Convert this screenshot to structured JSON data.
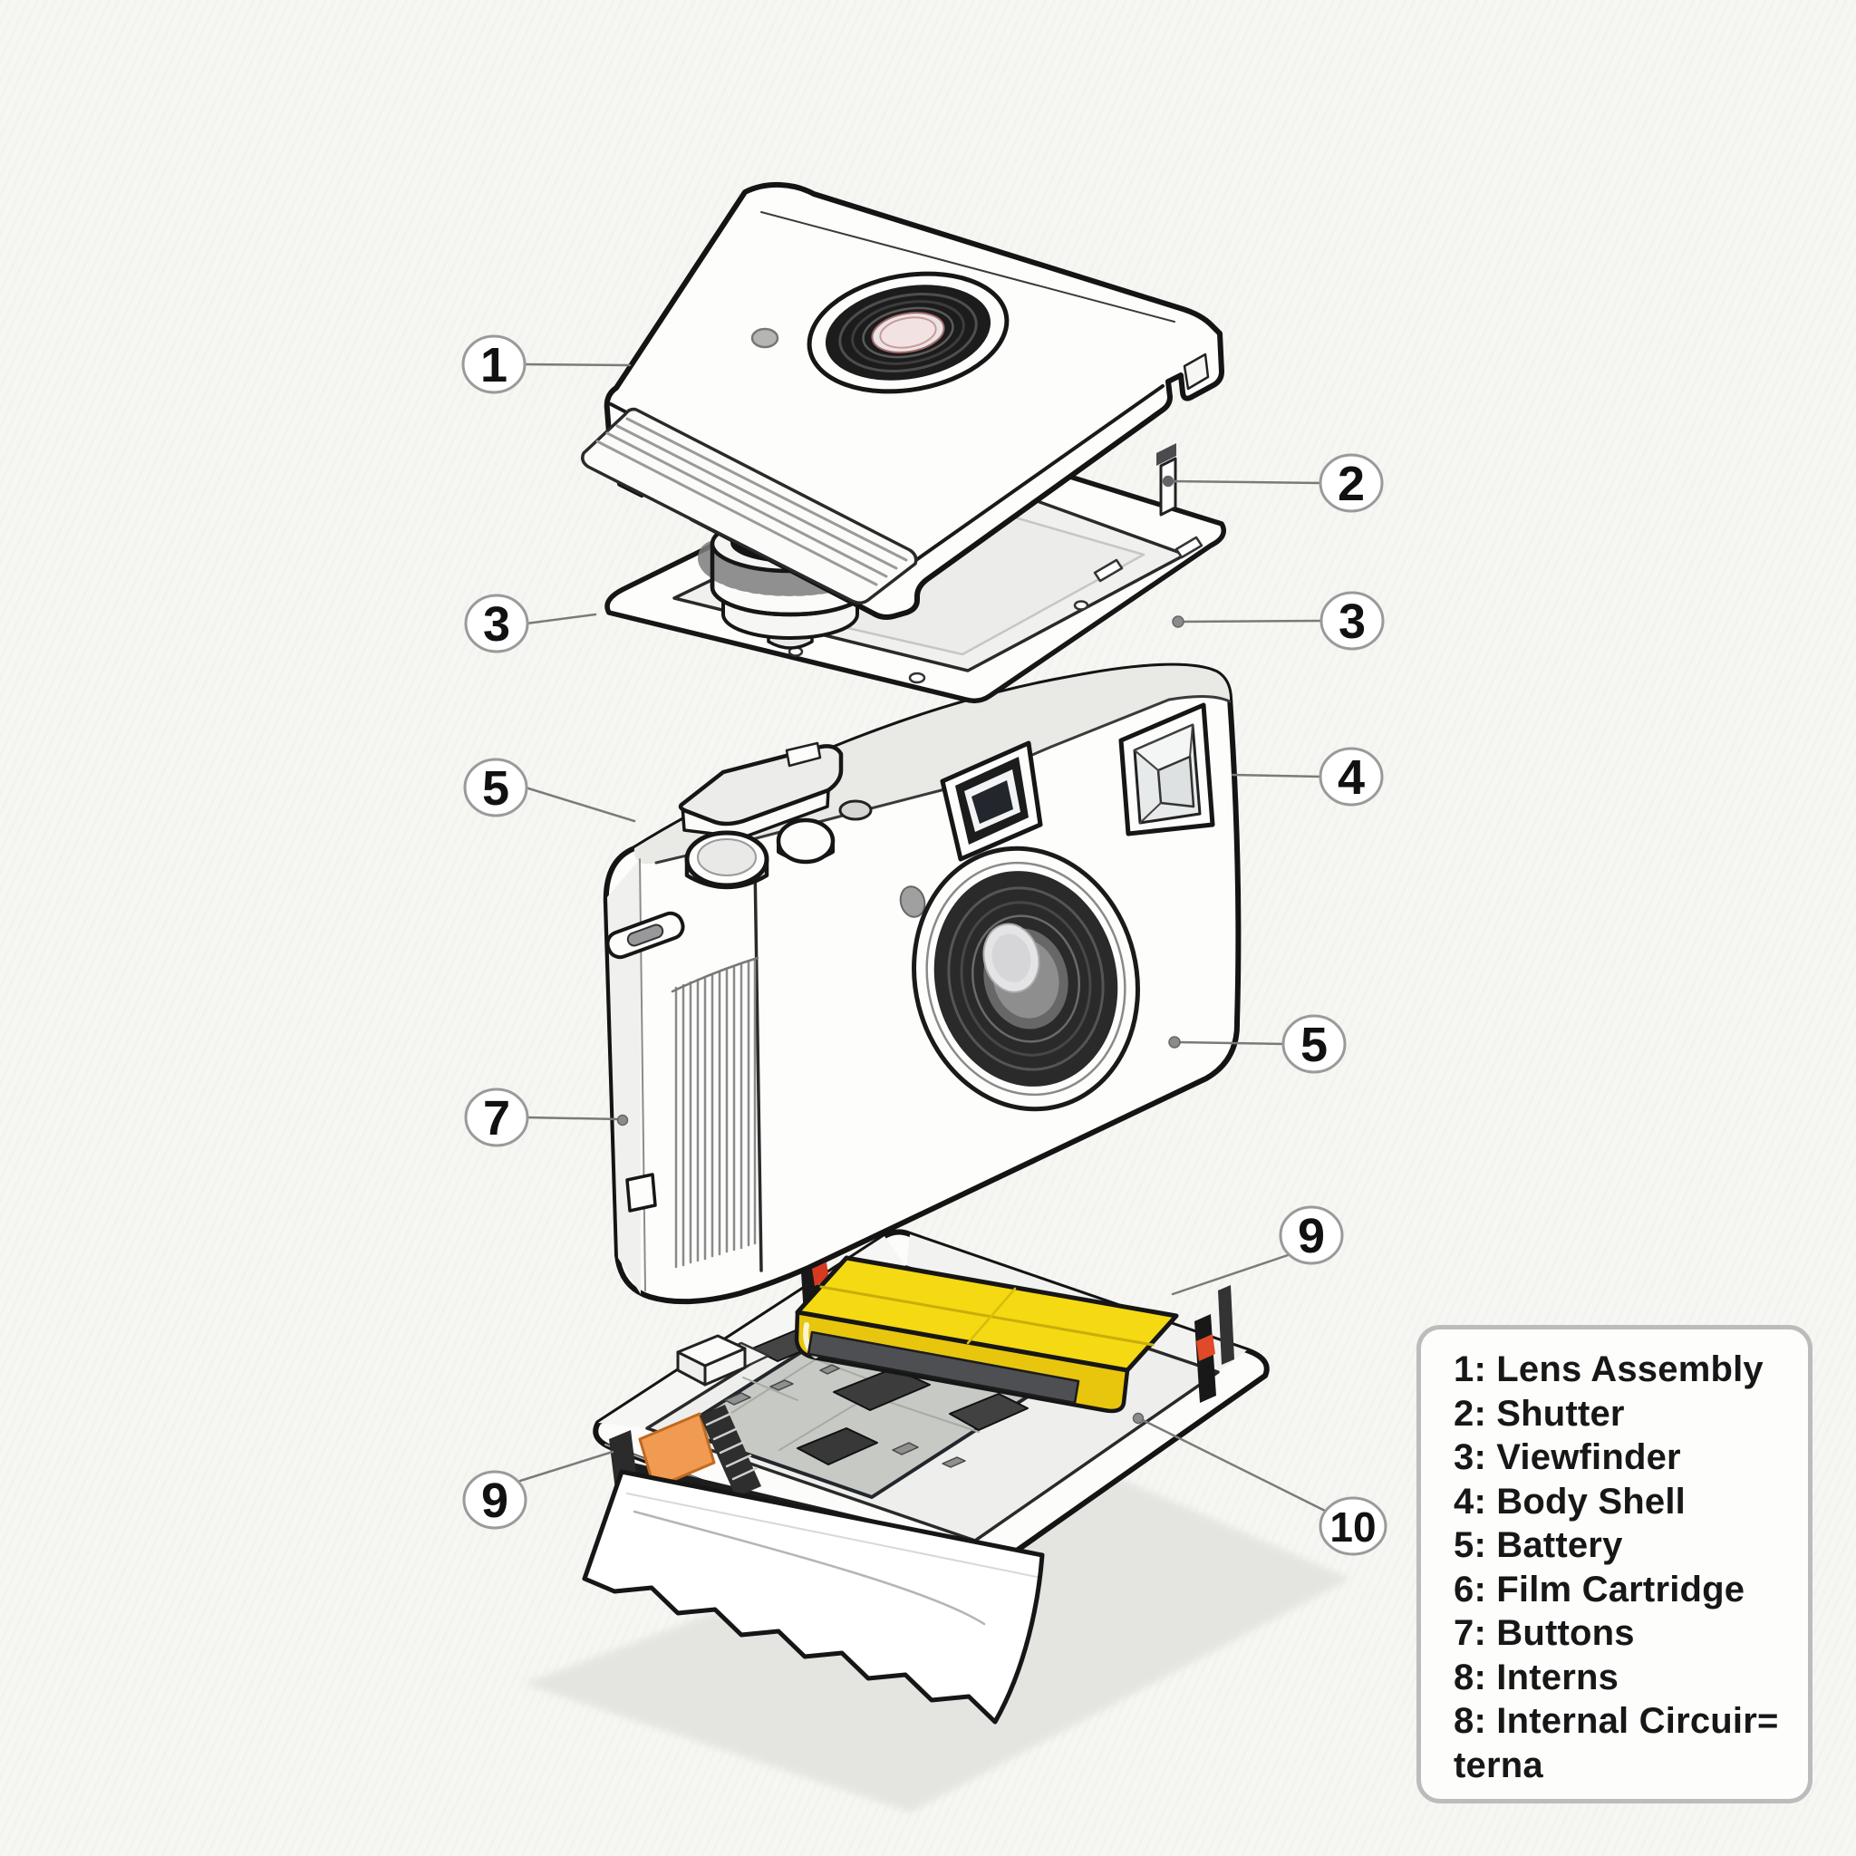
{
  "diagram": {
    "type": "exploded-view",
    "subject": "compact camera parts diagram",
    "background": "#f6f6f3",
    "outline_color": "#141414",
    "battery_color": "#f5d912",
    "connector_color": "#f09a52",
    "glass_color": "#cfe2e9",
    "shadow_color": "#e3e3e0"
  },
  "callouts": [
    {
      "label": "1"
    },
    {
      "label": "2"
    },
    {
      "label": "3"
    },
    {
      "label": "3"
    },
    {
      "label": "4"
    },
    {
      "label": "5"
    },
    {
      "label": "5"
    },
    {
      "label": "7"
    },
    {
      "label": "9"
    },
    {
      "label": "9"
    },
    {
      "label": "10"
    }
  ],
  "legend": {
    "items": [
      "1: Lens Assembly",
      "2: Shutter",
      "3: Viewfinder",
      "4: Body Shell",
      "5: Battery",
      "6: Film Cartridge",
      "7: Buttons",
      "8: Interns",
      "8: Internal Circuir=",
      "terna"
    ]
  }
}
